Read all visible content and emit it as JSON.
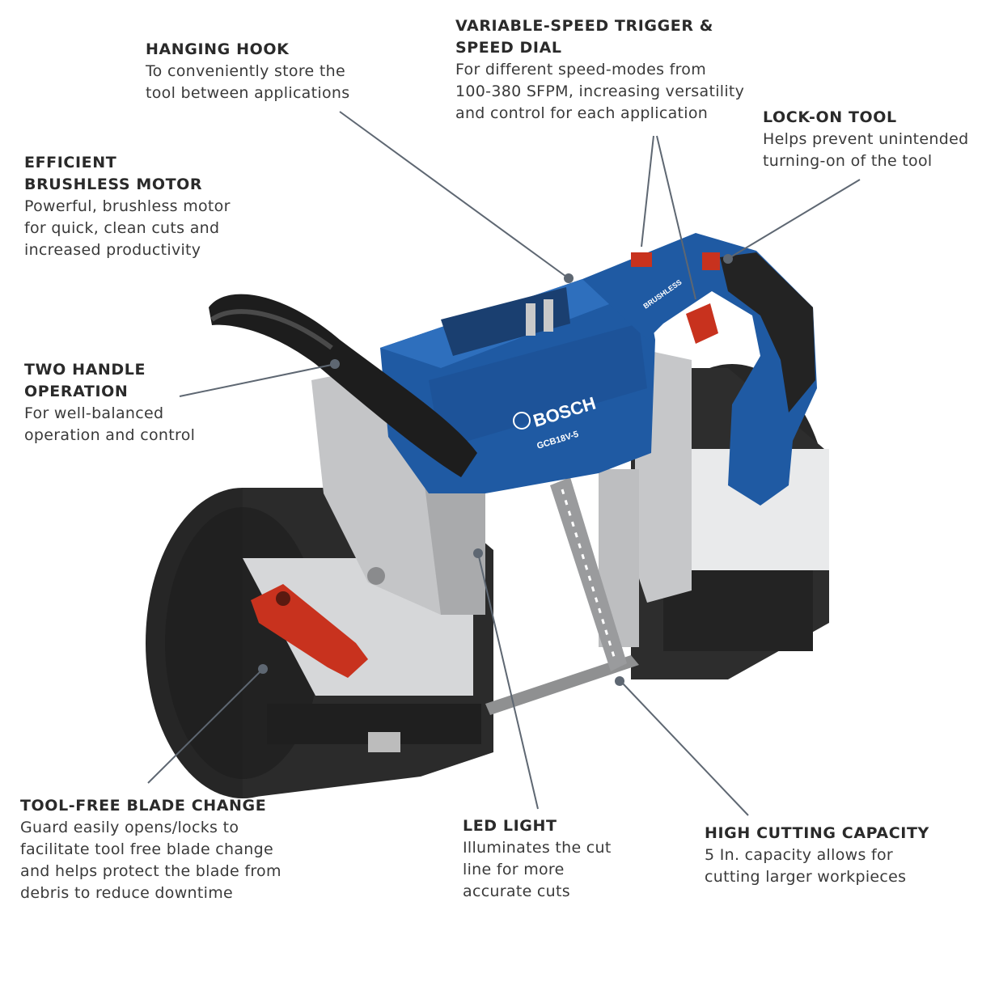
{
  "colors": {
    "body_blue": "#1f5aa3",
    "accent_red": "#c8321e",
    "tire_black": "#232323",
    "metal_gray": "#c7c8ca",
    "leader_line": "#5e6772"
  },
  "brand": {
    "logo_text": "BOSCH",
    "model_text": "GCB18V-5",
    "motor_badge": "BRUSHLESS"
  },
  "callouts": {
    "hanging_hook": {
      "title": [
        "HANGING HOOK"
      ],
      "desc": [
        "To conveniently store the",
        "tool between applications"
      ]
    },
    "speed_trigger": {
      "title": [
        "VARIABLE-SPEED TRIGGER &",
        "SPEED DIAL"
      ],
      "desc": [
        "For different speed-modes from",
        "100-380 SFPM, increasing versatility",
        "and control for each application"
      ]
    },
    "lock_on": {
      "title": [
        "LOCK-ON TOOL"
      ],
      "desc": [
        "Helps prevent unintended",
        "turning-on of the tool"
      ]
    },
    "motor": {
      "title": [
        "EFFICIENT",
        "BRUSHLESS MOTOR"
      ],
      "desc": [
        "Powerful, brushless motor",
        "for quick, clean cuts and",
        "increased productivity"
      ]
    },
    "two_handle": {
      "title": [
        "TWO HANDLE",
        "OPERATION"
      ],
      "desc": [
        "For well-balanced",
        "operation and control"
      ]
    },
    "blade_change": {
      "title": [
        "TOOL-FREE BLADE CHANGE"
      ],
      "desc": [
        "Guard easily opens/locks to",
        "facilitate tool free blade change",
        "and helps protect the blade from",
        "debris to reduce downtime"
      ]
    },
    "led": {
      "title": [
        "LED LIGHT"
      ],
      "desc": [
        "Illuminates the cut",
        "line for more",
        "accurate cuts"
      ]
    },
    "capacity": {
      "title": [
        "HIGH CUTTING CAPACITY"
      ],
      "desc": [
        "5 In. capacity allows for",
        "cutting larger workpieces"
      ]
    }
  }
}
